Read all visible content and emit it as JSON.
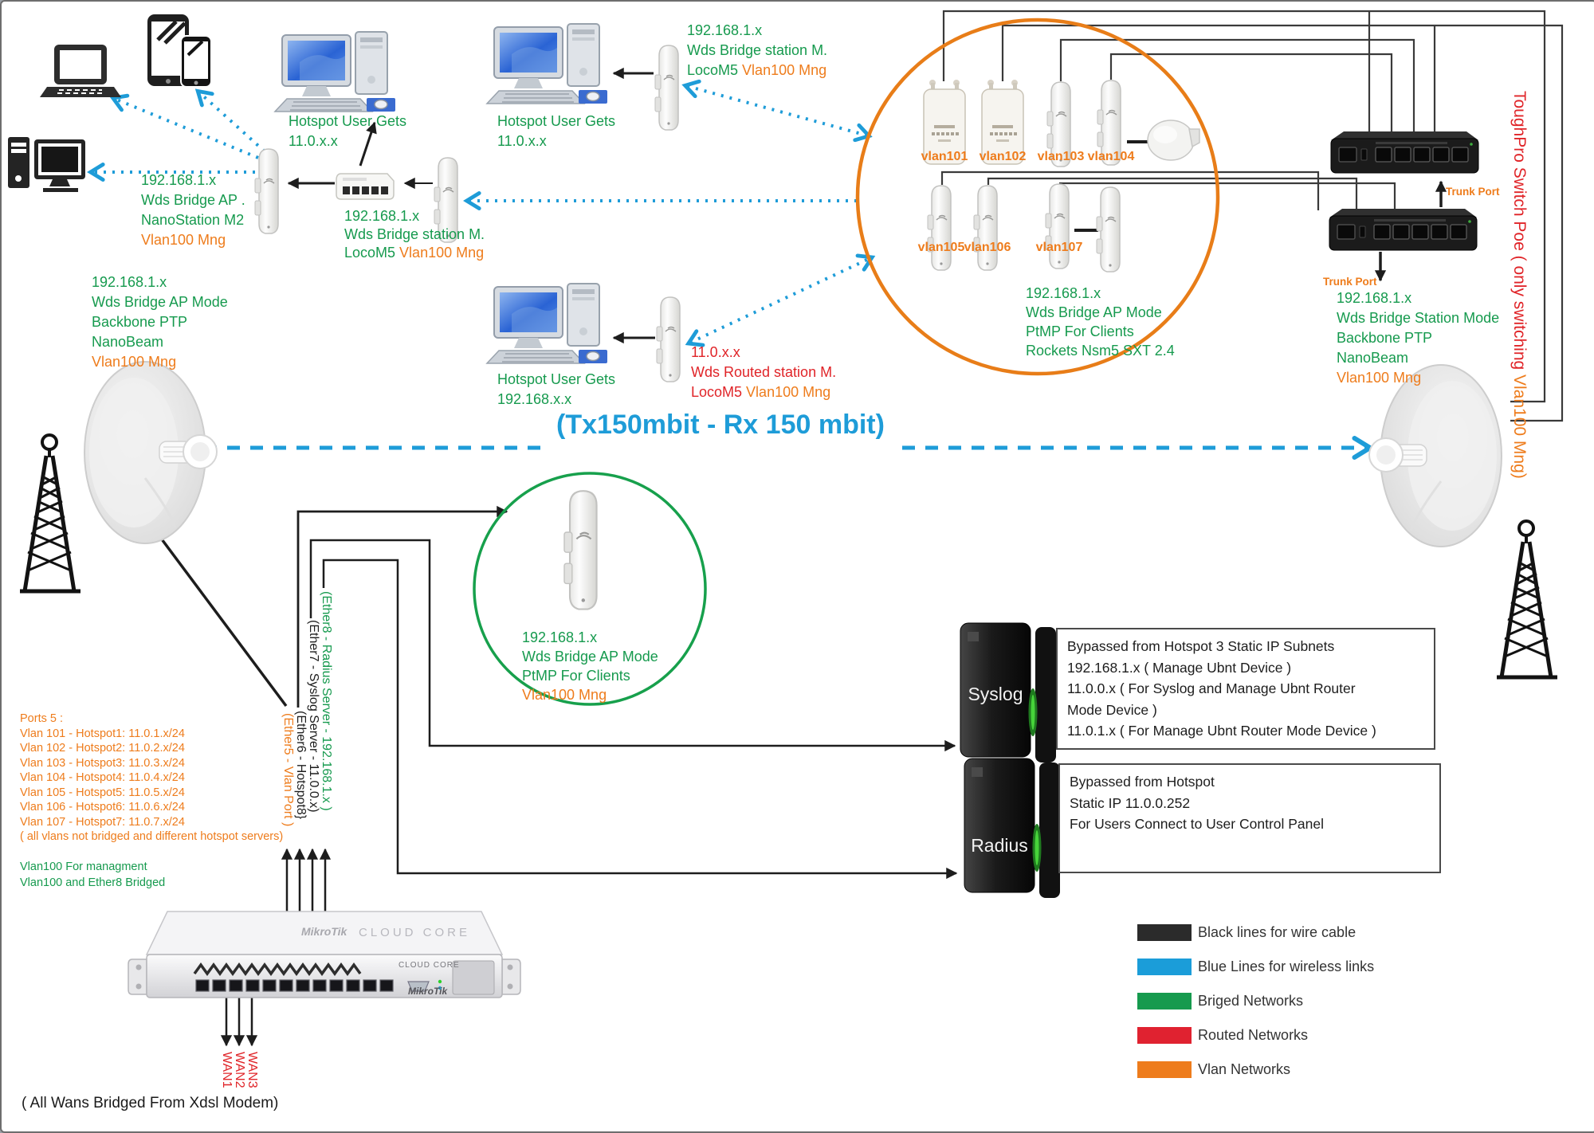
{
  "left_group": {
    "ap_label": {
      "l1": "192.168.1.x",
      "l2": "Wds Bridge AP .",
      "l3": "NanoStation M2",
      "l4": "Vlan100 Mng"
    },
    "hotspot_a": {
      "l1": "Hotspot User Gets",
      "l2": "11.0.x.x"
    },
    "station_sw": {
      "l1": "192.168.1.x",
      "l2": "Wds Bridge station M.",
      "l3a": "LocoM5 ",
      "l3b": "Vlan100 Mng"
    }
  },
  "mid_group": {
    "hotspot_b": {
      "l1": "Hotspot User Gets",
      "l2": "11.0.x.x"
    },
    "station_top": {
      "l1": "192.168.1.x",
      "l2": "Wds Bridge station M.",
      "l3a": "LocoM5 ",
      "l3b": "Vlan100 Mng"
    },
    "hotspot_c": {
      "l1": "Hotspot User Gets",
      "l2": "192.168.x.x"
    },
    "routed": {
      "l1": "11.0.x.x",
      "l2": "Wds Routed station M.",
      "l3a": "LocoM5 ",
      "l3b": "Vlan100 Mng"
    }
  },
  "ap_cluster": {
    "vlans": [
      "vlan101",
      "vlan102",
      "vlan103",
      "vlan104",
      "vlan105",
      "vlan106",
      "vlan107"
    ],
    "info": {
      "l1": "192.168.1.x",
      "l2": "Wds Bridge AP Mode",
      "l3": "PtMP For Clients",
      "l4": "Rockets Nsm5 SXT 2.4"
    }
  },
  "switch_area": {
    "trunk_top": "Trunk Port",
    "trunk_bottom": "Trunk Port",
    "note_red": "ToughPro Switch Poe ( only switching ",
    "note_orange": "Vlan100 Mng)"
  },
  "backbone": {
    "left": {
      "l1": "192.168.1.x",
      "l2": "Wds Bridge AP Mode",
      "l3": "Backbone PTP",
      "l4": "NanoBeam",
      "l5": "Vlan100 Mng"
    },
    "right": {
      "l1": "192.168.1.x",
      "l2": "Wds Bridge Station Mode",
      "l3": "Backbone PTP",
      "l4": "NanoBeam",
      "l5": "Vlan100 Mng"
    },
    "link_label": "(Tx150mbit - Rx 150 mbit)"
  },
  "green_ap": {
    "l1": "192.168.1.x",
    "l2": "Wds Bridge AP Mode",
    "l3": "PtMP For Clients",
    "l4": "Vlan100 Mng"
  },
  "ports_note": {
    "title": "Ports 5 :",
    "lines": [
      "Vlan 101 - Hotspot1: 11.0.1.x/24",
      "Vlan 102 - Hotspot2: 11.0.2.x/24",
      "Vlan 103 - Hotspot3: 11.0.3.x/24",
      "Vlan 104 - Hotspot4: 11.0.4.x/24",
      "Vlan 105 - Hotspot5: 11.0.5.x/24",
      "Vlan 106 - Hotspot6: 11.0.6.x/24",
      "Vlan 107 - Hotspot7: 11.0.7.x/24"
    ],
    "note": "( all vlans not bridged and different hotspot servers)",
    "mgmt1": "Vlan100 For managment",
    "mgmt2": "Vlan100 and Ether8 Bridged"
  },
  "cables": {
    "ether5": "(Ether5 - Vlan Port )",
    "ether6": "(Ether6 - Hotspot8}",
    "ether7": "(Ether7 - Syslog Server - 11.0.0.x)",
    "ether8": "(Ether8 - Radius Server - 192.168.1.x )"
  },
  "router": {
    "brand": "MikroTik",
    "model": "CLOUD CORE",
    "front_model": "CLOUD CORE",
    "front_brand": "MikroTik",
    "wans": [
      "WAN1",
      "WAN2",
      "WAN3"
    ],
    "note": "( All Wans Bridged From Xdsl Modem)"
  },
  "servers": {
    "syslog": {
      "name": "Syslog",
      "box": [
        "Bypassed from Hotspot 3 Static IP Subnets",
        "192.168.1.x ( Manage Ubnt Device )",
        "11.0.0.x ( For Syslog and Manage Ubnt Router",
        "Mode Device )",
        "11.0.1.x ( For Manage Ubnt Router Mode Device )"
      ]
    },
    "radius": {
      "name": "Radius",
      "box": [
        "Bypassed from Hotspot",
        "Static IP 11.0.0.252",
        "For Users Connect to User Control Panel"
      ]
    }
  },
  "legend": {
    "items": [
      {
        "label": "Black lines for wire cable",
        "color": "#2b2b2b"
      },
      {
        "label": "Blue Lines for wireless links",
        "color": "#1b9dd9"
      },
      {
        "label": "Briged Networks",
        "color": "#169a4e"
      },
      {
        "label": "Routed Networks",
        "color": "#e02230"
      },
      {
        "label": "Vlan Networks",
        "color": "#ee7c1c"
      }
    ]
  },
  "colors": {
    "green": "#169a4e",
    "orange": "#ee7c1c",
    "red": "#e02428",
    "blue": "#1e9cd8",
    "wire": "#2b2b2b",
    "vlan_circle": "#e87d18",
    "bridge_circle": "#17a04c"
  }
}
